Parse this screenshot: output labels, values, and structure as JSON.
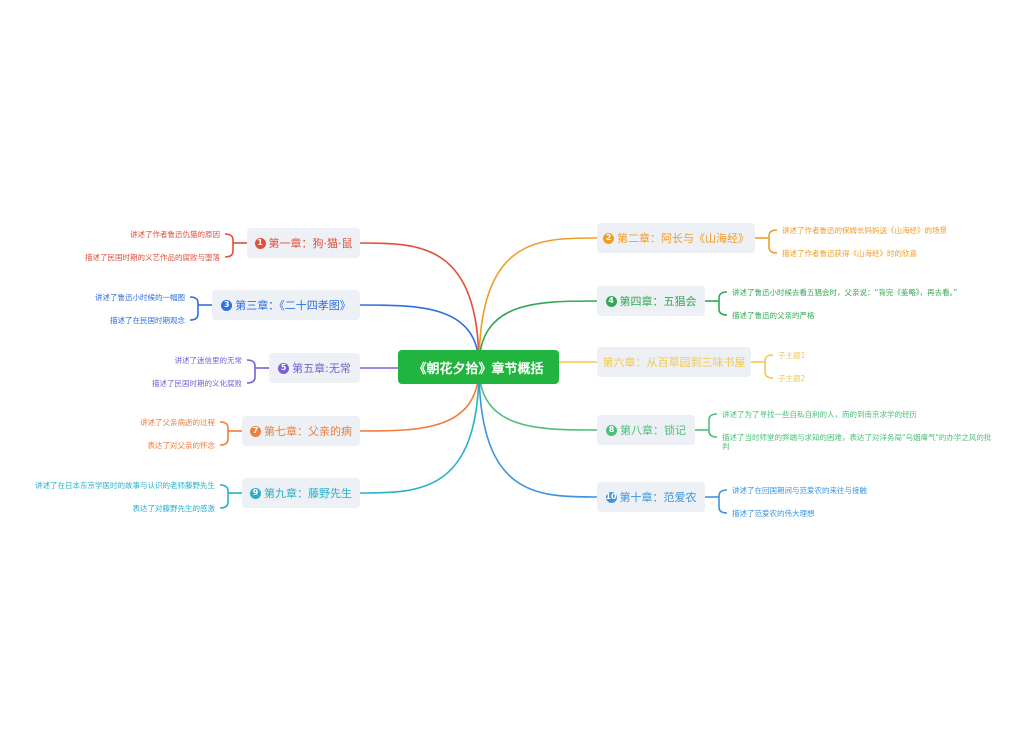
{
  "root": {
    "title": "《朝花夕拾》章节概括"
  },
  "colors": {
    "c1": "#e14f3a",
    "c2": "#f39c24",
    "c3": "#2f6fe0",
    "c4": "#33a852",
    "c5": "#7a5fd6",
    "c6": "#f2c94c",
    "c7": "#f07d3b",
    "c8": "#4dbf7a",
    "c9": "#29b0c9",
    "c10": "#3b95e0"
  },
  "chapters": [
    {
      "badge": "1",
      "label": "第一章：狗·猫·鼠",
      "leaves": [
        "讲述了作者鲁迅仇猫的原因",
        "描述了民国时期的义艺作品的腐败与堕落"
      ]
    },
    {
      "badge": "2",
      "label": "第二章：阿长与《山海经》",
      "leaves": [
        "讲述了作者鲁迅的保姆长妈妈送《山海经》的场景",
        "描述了作者鲁迅获得《山海经》时的欣喜"
      ]
    },
    {
      "badge": "3",
      "label": "第三章：《二十四孝图》",
      "leaves": [
        "讲述了鲁迅小时候的一幅图",
        "描述了在民国时期观念"
      ]
    },
    {
      "badge": "4",
      "label": "第四章：五猖会",
      "leaves": [
        "讲述了鲁迅小时候去看五猖会时，父亲说：“背完《鉴略》，再去看。”",
        "描述了鲁迅的父亲的严格"
      ]
    },
    {
      "badge": "5",
      "label": "第五章:无常",
      "leaves": [
        "讲述了迷信里的无常",
        "描述了民国时期的义化腐败"
      ]
    },
    {
      "badge": "",
      "label": "第六章：从百草园到三味书屋",
      "leaves": [
        "子主题1",
        "子主题2"
      ]
    },
    {
      "badge": "7",
      "label": "第七章：父亲的病",
      "leaves": [
        "讲述了父亲病逝的过程",
        "表达了对父亲的怀念"
      ]
    },
    {
      "badge": "8",
      "label": "第八章：锁记",
      "leaves": [
        "讲述了为了寻找一些自私自利的人，而的到南京求学的经历",
        "描述了当时师堂的弊端与求知的困难，表达了对洋务局\"乌烟瘴气\"的办学之风的批判"
      ]
    },
    {
      "badge": "9",
      "label": "第九章：藤野先生",
      "leaves": [
        "讲述了在日本东京学医时的故事与认识的老师藤野先生",
        "表达了对藤野先生的感激"
      ]
    },
    {
      "badge": "10",
      "label": "第十章：范爱农",
      "leaves": [
        "讲述了在回国期间与范爱农的来往与接触",
        "描述了范爱农的伟大理想"
      ]
    }
  ]
}
